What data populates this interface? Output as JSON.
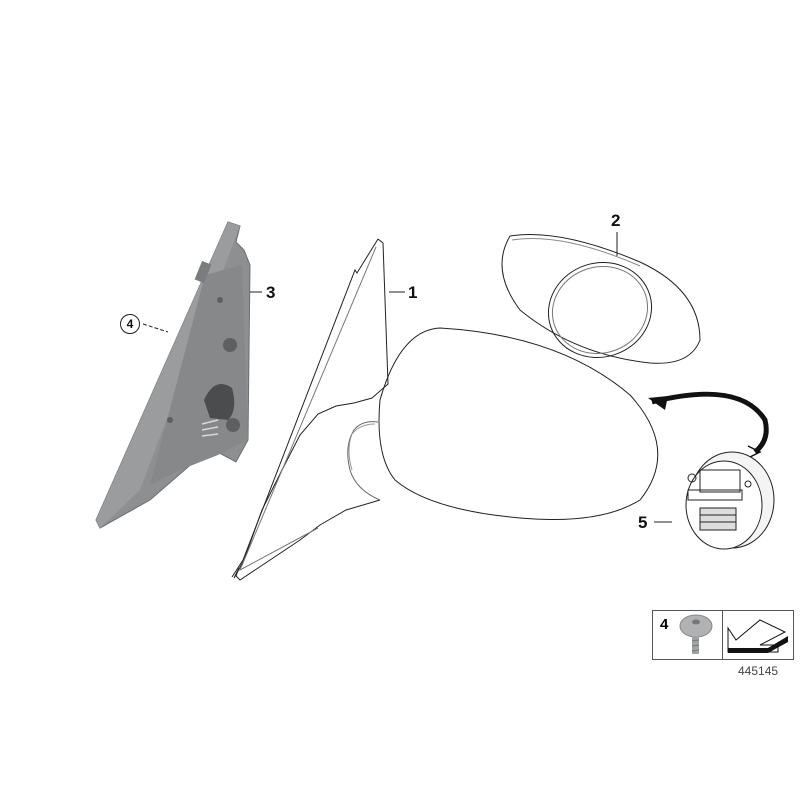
{
  "diagram": {
    "type": "exploded parts diagram",
    "subject": "exterior mirror assembly",
    "diagram_number": "445145",
    "colors": {
      "line": "#222222",
      "part_gray": "#8a8c8e",
      "part_gray_dark": "#6f7173",
      "background": "#ffffff"
    }
  },
  "callouts": [
    {
      "id": "1",
      "label": "1",
      "part": "mirror-housing-with-base"
    },
    {
      "id": "2",
      "label": "2",
      "part": "mirror-glass"
    },
    {
      "id": "3",
      "label": "3",
      "part": "mirror-mount-triangle"
    },
    {
      "id": "4",
      "label": "4",
      "part": "screw",
      "circled": true
    },
    {
      "id": "5",
      "label": "5",
      "part": "mirror-adjustment-drive"
    }
  ],
  "legend": {
    "item_number": "4",
    "item_icon": "torx-screw-icon",
    "note_icon": "arrow-direction-icon"
  }
}
